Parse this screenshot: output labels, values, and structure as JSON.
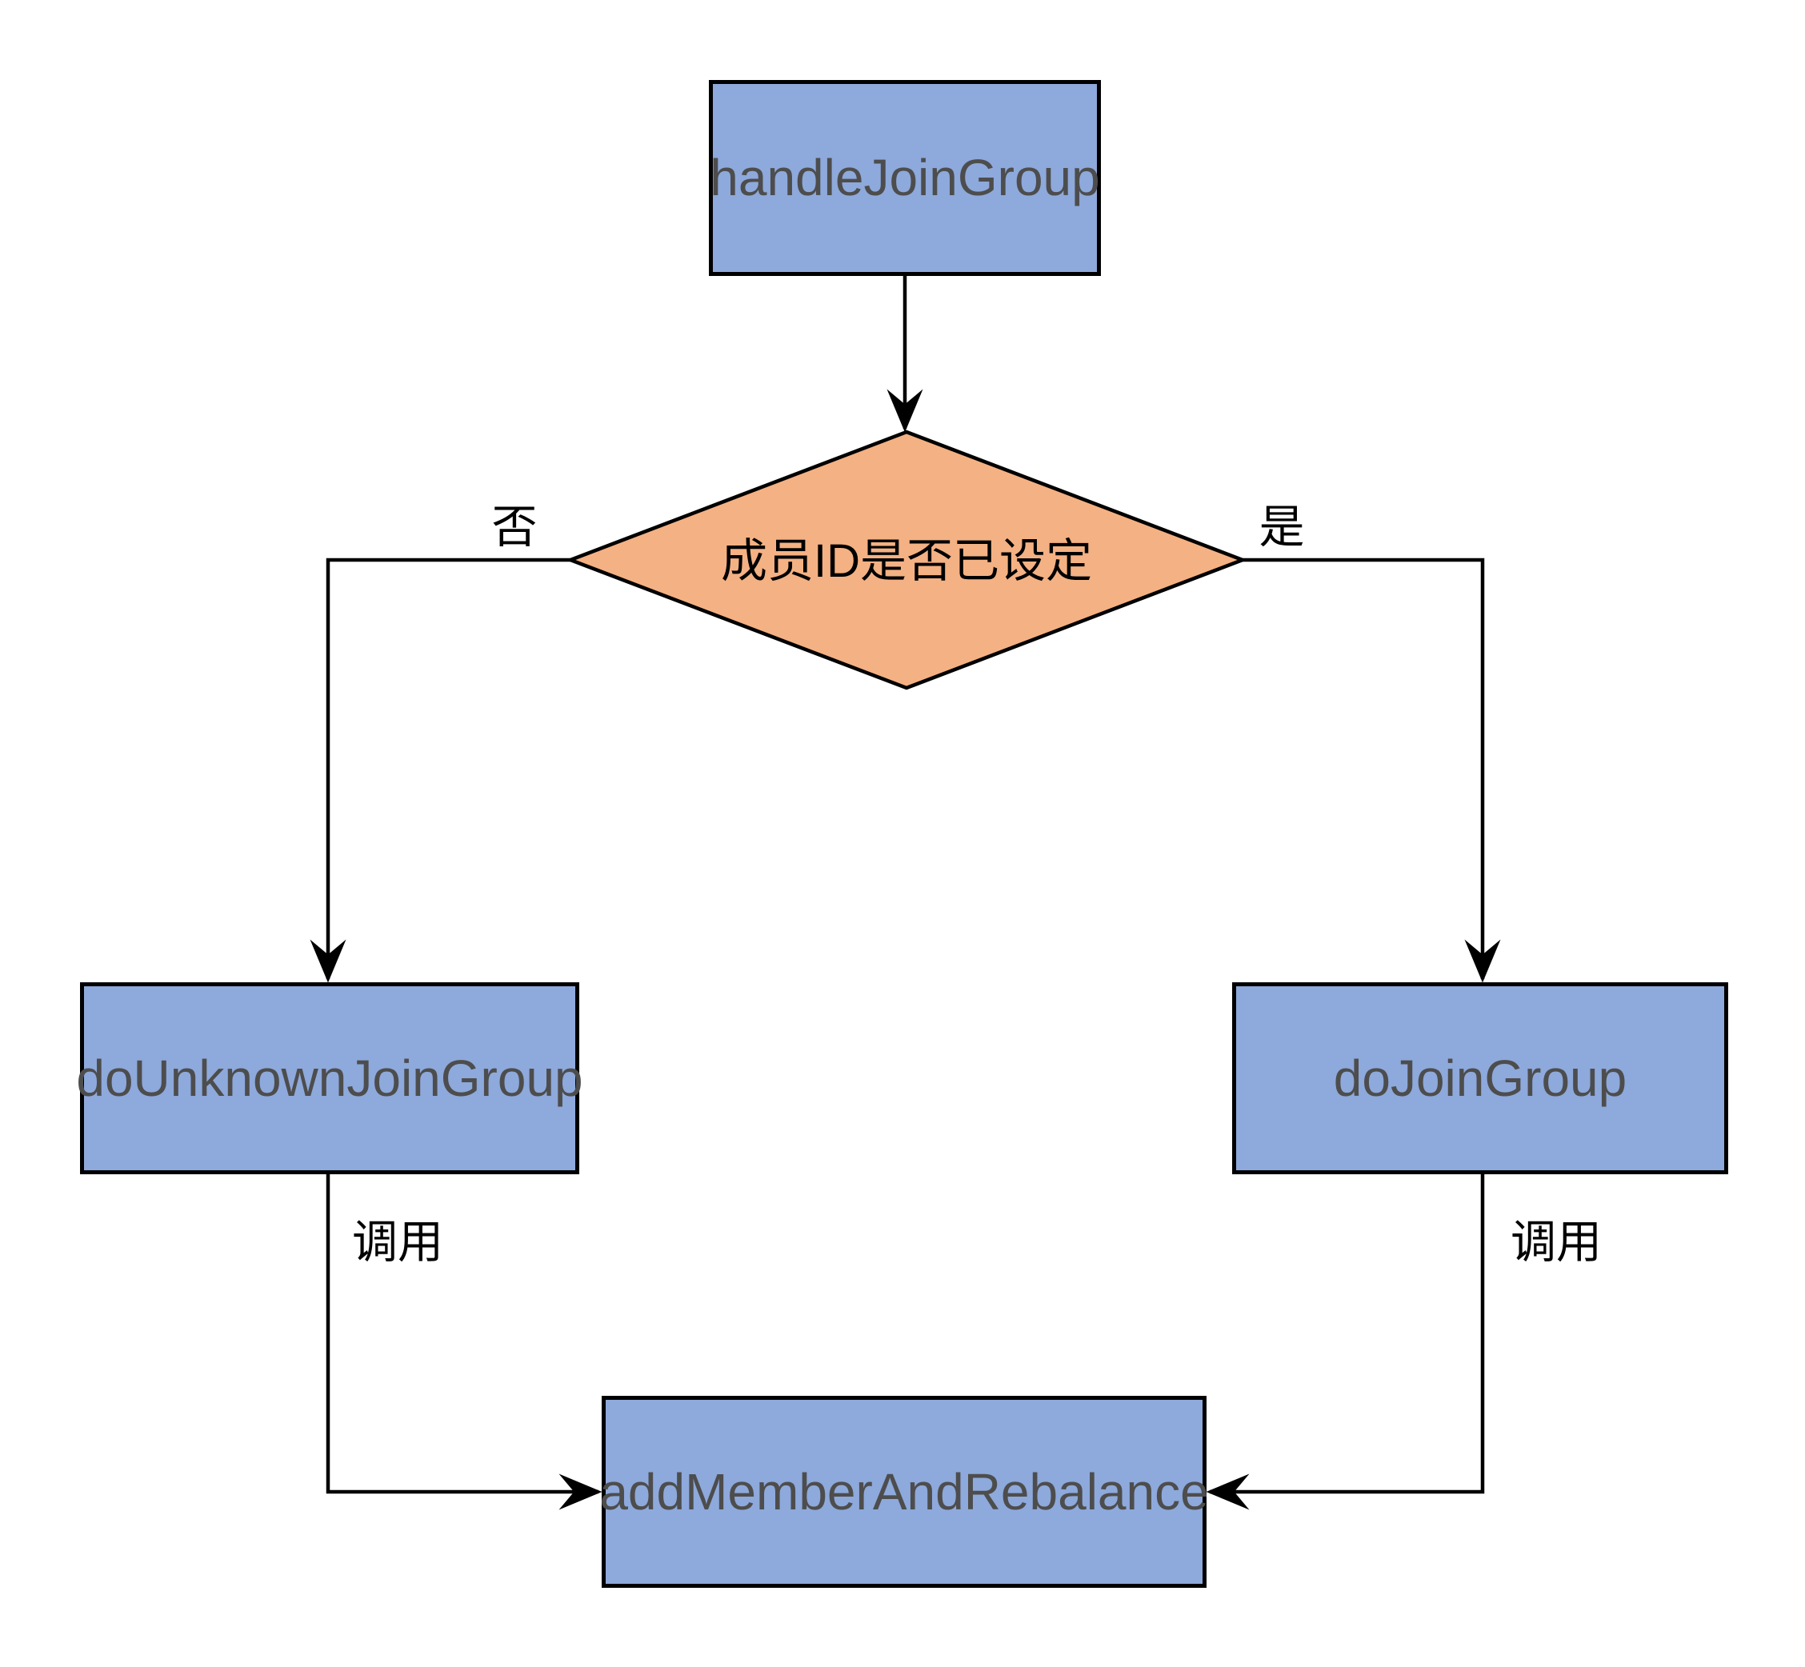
{
  "diagram": {
    "type": "flowchart",
    "nodes": {
      "handleJoinGroup": {
        "label": "handleJoinGroup",
        "shape": "rect",
        "fill": "#8ea9db"
      },
      "memberIdDecision": {
        "label": "成员ID是否已设定",
        "shape": "diamond",
        "fill": "#f4b183"
      },
      "doUnknownJoinGroup": {
        "label": "doUnknownJoinGroup",
        "shape": "rect",
        "fill": "#8ea9db"
      },
      "doJoinGroup": {
        "label": "doJoinGroup",
        "shape": "rect",
        "fill": "#8ea9db"
      },
      "addMemberAndRebalance": {
        "label": "addMemberAndRebalance",
        "shape": "rect",
        "fill": "#8ea9db"
      }
    },
    "edges": [
      {
        "from": "handleJoinGroup",
        "to": "memberIdDecision",
        "label": ""
      },
      {
        "from": "memberIdDecision",
        "to": "doUnknownJoinGroup",
        "label": "否"
      },
      {
        "from": "memberIdDecision",
        "to": "doJoinGroup",
        "label": "是"
      },
      {
        "from": "doUnknownJoinGroup",
        "to": "addMemberAndRebalance",
        "label": "调用"
      },
      {
        "from": "doJoinGroup",
        "to": "addMemberAndRebalance",
        "label": "调用"
      }
    ],
    "colors": {
      "process_fill": "#8ea9db",
      "decision_fill": "#f4b183",
      "stroke": "#000000",
      "process_text": "#4d4d4d",
      "label_text": "#000000",
      "background": "#ffffff"
    }
  }
}
